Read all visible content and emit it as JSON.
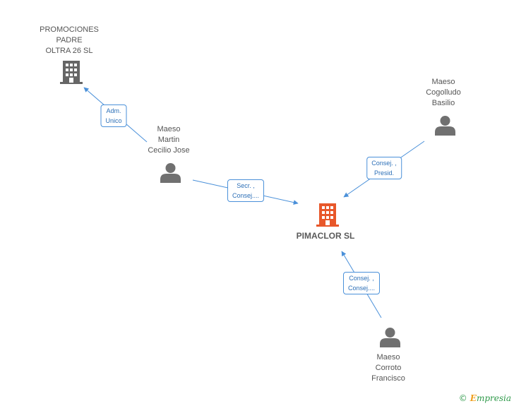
{
  "nodes": {
    "promociones": {
      "lines": [
        "PROMOCIONES",
        "PADRE",
        "OLTRA 26  SL"
      ],
      "icon": "building-icon",
      "color": "#666666"
    },
    "pimaclor": {
      "label": "PIMACLOR SL",
      "icon": "building-icon",
      "color": "#e8572a"
    },
    "martin": {
      "lines": [
        "Maeso",
        "Martin",
        "Cecilio Jose"
      ],
      "icon": "person-icon"
    },
    "cogolludo": {
      "lines": [
        "Maeso",
        "Cogolludo",
        "Basilio"
      ],
      "icon": "person-icon"
    },
    "corroto": {
      "lines": [
        "Maeso",
        "Corroto",
        "Francisco"
      ],
      "icon": "person-icon"
    }
  },
  "relations": [
    {
      "id": "adm",
      "lines": [
        "Adm.",
        "Unico"
      ]
    },
    {
      "id": "secr",
      "lines": [
        "Secr. ,",
        "Consej...."
      ]
    },
    {
      "id": "presid",
      "lines": [
        "Consej. ,",
        "Presid."
      ]
    },
    {
      "id": "consej",
      "lines": [
        "Consej. ,",
        "Consej...."
      ]
    }
  ],
  "colors": {
    "edge": "#4a90d9",
    "person": "#707070"
  },
  "watermark": {
    "copyright": "©",
    "brand_initial": "E",
    "brand_rest": "mpresia"
  }
}
